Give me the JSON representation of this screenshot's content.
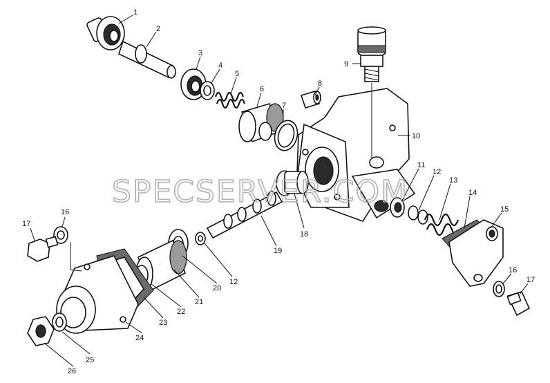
{
  "watermark": "SPECSERVER.COM",
  "callouts": [
    "1",
    "2",
    "3",
    "4",
    "5",
    "6",
    "7",
    "8",
    "9",
    "10",
    "11",
    "12",
    "13",
    "14",
    "15",
    "16",
    "17",
    "16",
    "17",
    "18",
    "19",
    "20",
    "12",
    "21",
    "22",
    "23",
    "24",
    "25",
    "26"
  ]
}
